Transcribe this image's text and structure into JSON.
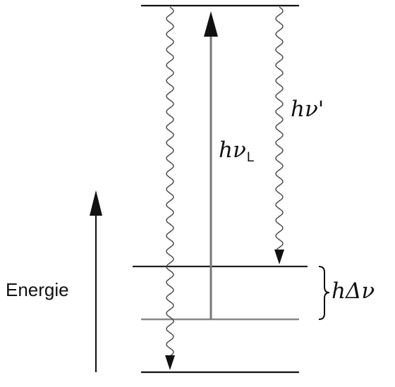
{
  "axis": {
    "label": "Energie"
  },
  "transitions": {
    "laser": {
      "h": "h",
      "nu": "ν",
      "subscript": "L"
    },
    "emission": {
      "text": "hν'"
    },
    "shift": {
      "text": "hΔν"
    }
  },
  "colors": {
    "lines": "#111111",
    "upward_arrow": "#777777",
    "levels_light": "#888888"
  }
}
